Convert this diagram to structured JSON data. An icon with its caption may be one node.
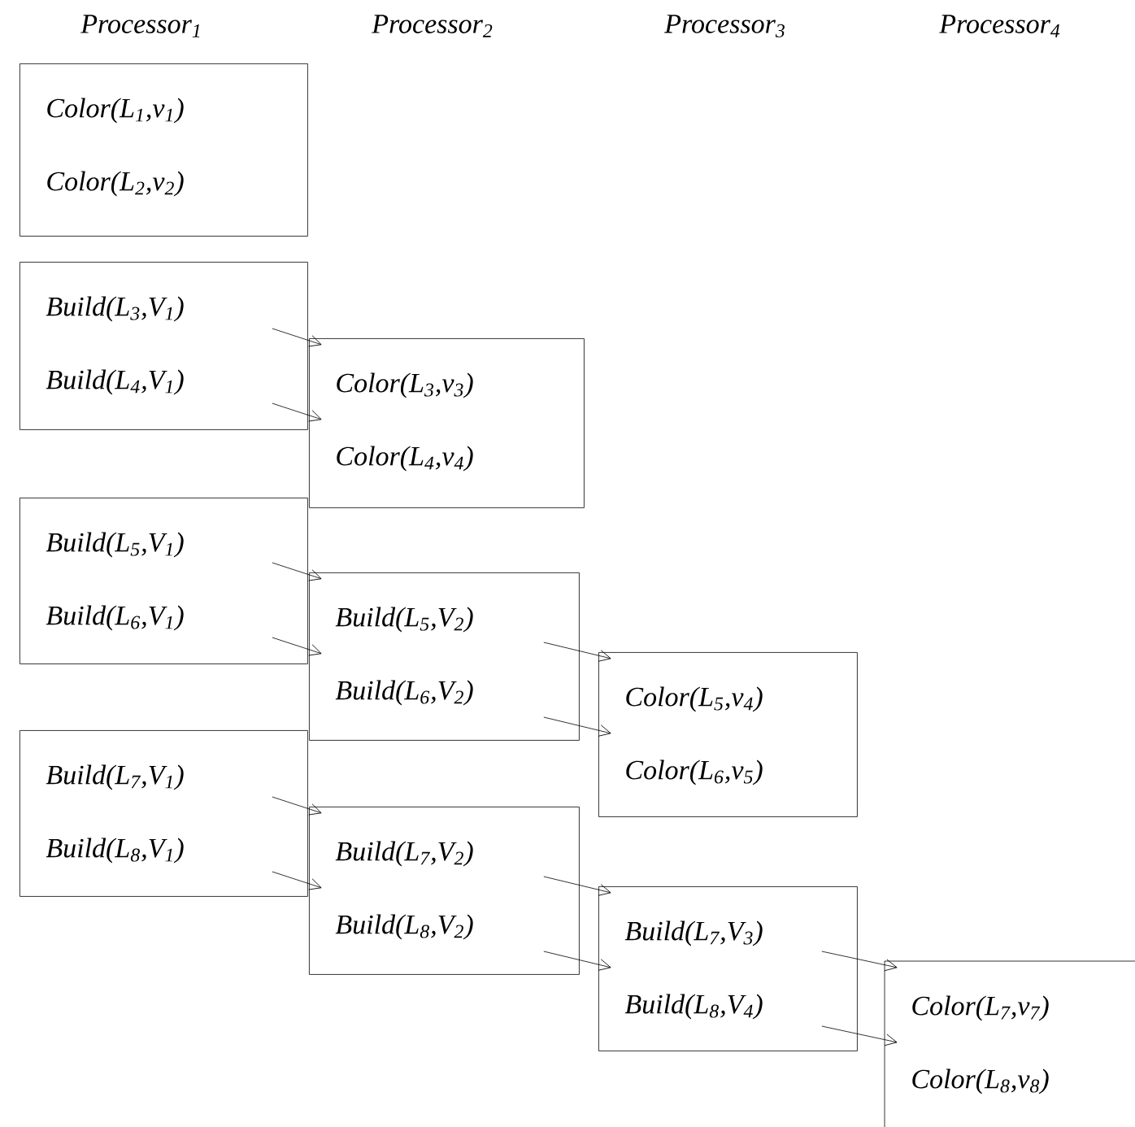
{
  "diagram": {
    "nodes": [
      {
        "text": [
          "Color(L$_{1}$,v$_{1}$)",
          "Color(L$_{2}$,v$_{2}$)"
        ]
      },
      {
        "text": [
          "Build(L$_{3}$,V$_{1}$)",
          "Build(L$_{4}$,V$_{1}$)"
        ]
      },
      {
        "text": [
          "Color(L$_{3}$,v$_{3}$)",
          "Color(L$_{4}$,v$_{4}$)"
        ]
      },
      {
        "text": [
          "Build(L$_{5}$,V$_{1}$)",
          "Build(L$_{6}$,V$_{1}$)"
        ]
      },
      {
        "text": [
          "Build(L$_{5}$,V$_{2}$)",
          "Build(L$_{6}$,V$_{2}$)"
        ]
      },
      {
        "text": [
          "Color(L$_{5}$,v$_{4}$)",
          "Color(L$_{6}$,v$_{5}$)"
        ]
      },
      {
        "text": [
          "Build(L$_{7}$,V$_{1}$)",
          "Build(L$_{8}$,V$_{1}$)"
        ]
      },
      {
        "text": [
          "Build(L$_{7}$,V$_{2}$)",
          "Build(L$_{8}$,V$_{2}$)"
        ]
      },
      {
        "text": [
          "Build(L$_{7}$,V$_{3}$)",
          "Build(L$_{8}$,V$_{4}$)"
        ]
      },
      {
        "text": [
          "Color(L$_{7}$,v$_{7}$)",
          "Color(L$_{8}$,v$_{8}$)"
        ]
      }
    ],
    "edges": [
      {
        "from": 1,
        "to": 2,
        "arrow": "to"
      },
      {
        "from": 1,
        "to": 2,
        "arrow": "to"
      },
      {
        "from": 3,
        "to": 4,
        "arrow": "to"
      },
      {
        "from": 3,
        "to": 4,
        "arrow": "to"
      },
      {
        "from": 4,
        "to": 5,
        "arrow": "to"
      },
      {
        "from": 4,
        "to": 5,
        "arrow": "to"
      },
      {
        "from": 6,
        "to": 7,
        "arrow": "to"
      },
      {
        "from": 6,
        "to": 7,
        "arrow": "to"
      },
      {
        "from": 7,
        "to": 8,
        "arrow": "to"
      },
      {
        "from": 7,
        "to": 8,
        "arrow": "to"
      },
      {
        "from": 8,
        "to": 9,
        "arrow": "to"
      },
      {
        "from": 8,
        "to": 9,
        "arrow": "to"
      }
    ],
    "labels": [
      "Processor$_{1}$",
      "Processor$_{2}$",
      "Processor$_{3}$",
      "Processor$_{4}$"
    ]
  }
}
